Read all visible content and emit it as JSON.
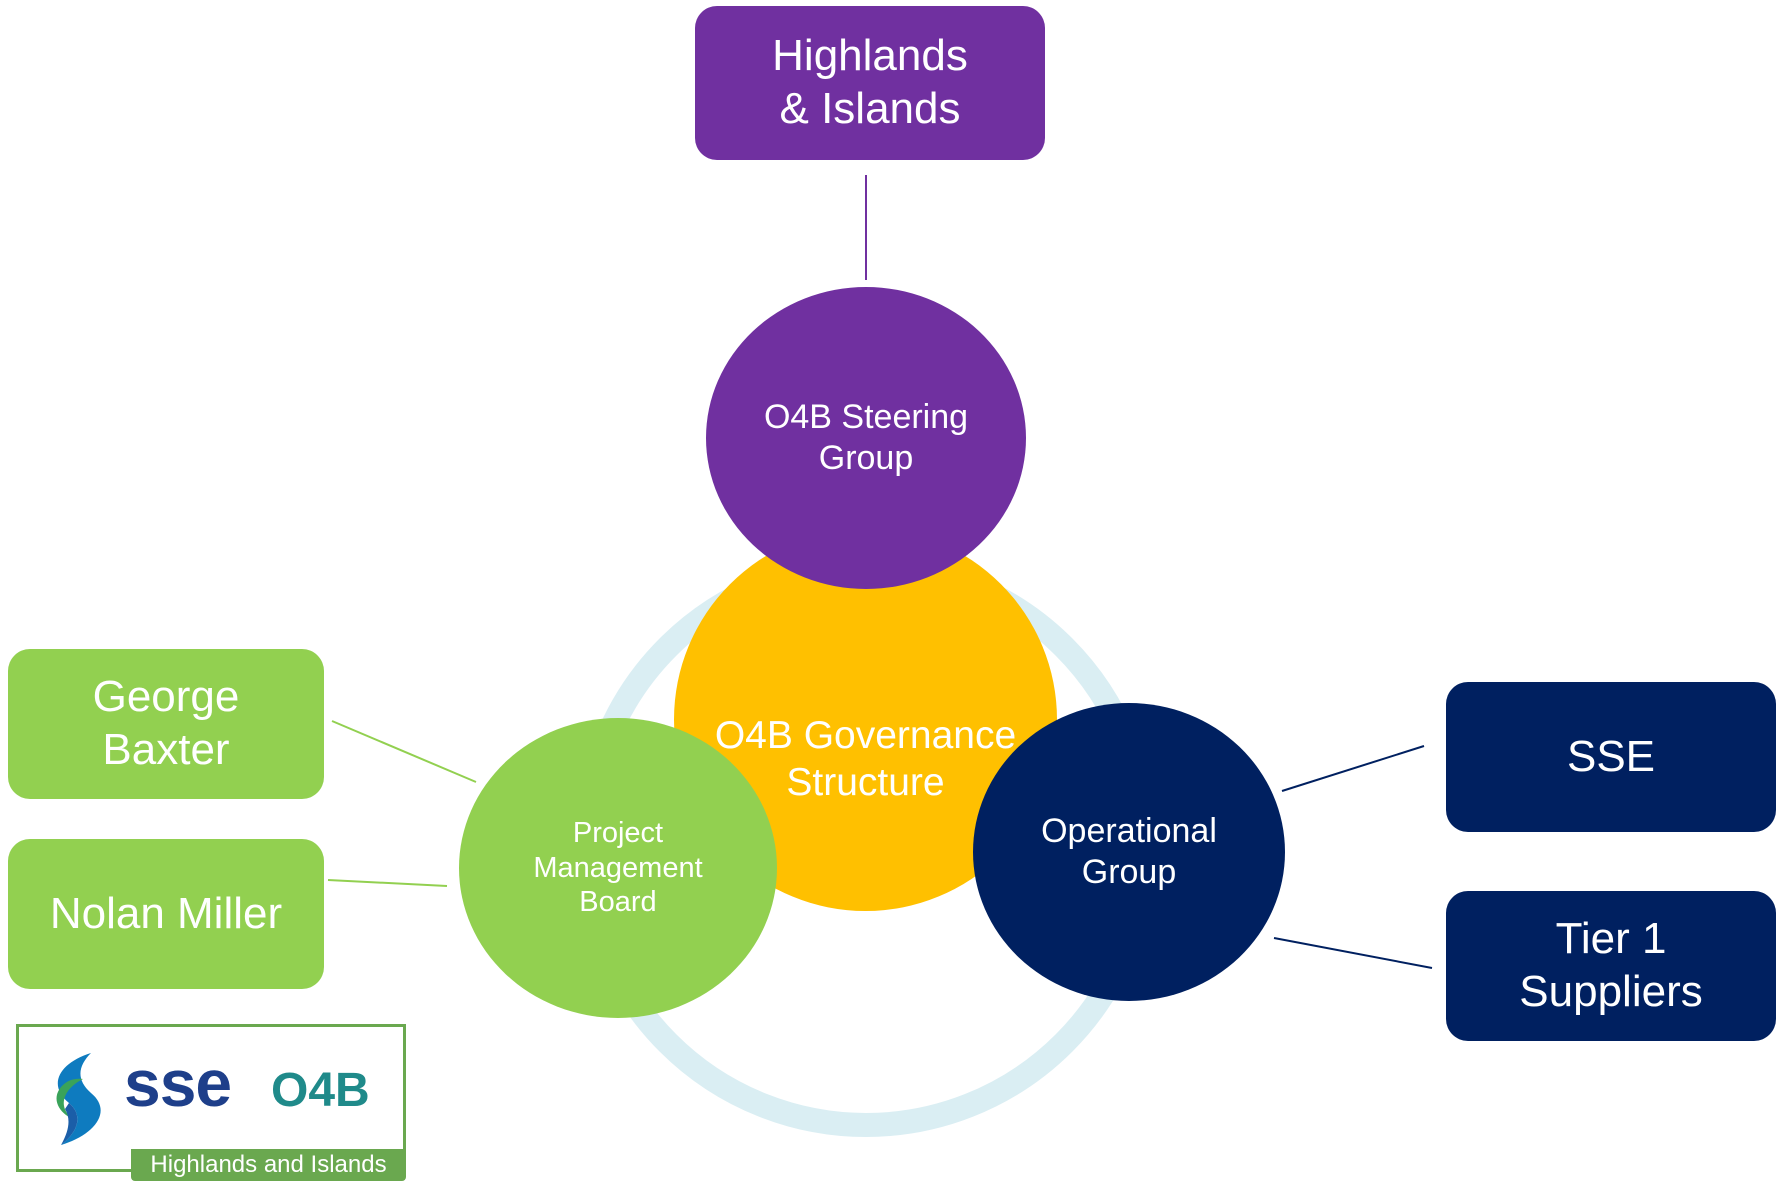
{
  "nodes": {
    "top_box": "Highlands & Islands",
    "steering": "O4B Steering Group",
    "center": "O4B Governance Structure",
    "pmb": "Project Management Board",
    "operational": "Operational Group",
    "george": "George Baxter",
    "nolan": "Nolan Miller",
    "sse": "SSE",
    "tier1": "Tier 1 Suppliers"
  },
  "logo": {
    "wordmark": "sse",
    "o4b": "O4B",
    "footer": "Highlands and Islands"
  },
  "colors": {
    "purple": "#7030a0",
    "navy": "#002060",
    "green": "#92d050",
    "gold": "#ffc000",
    "ring": "#daeef3",
    "logo_green": "#6aa84f"
  }
}
